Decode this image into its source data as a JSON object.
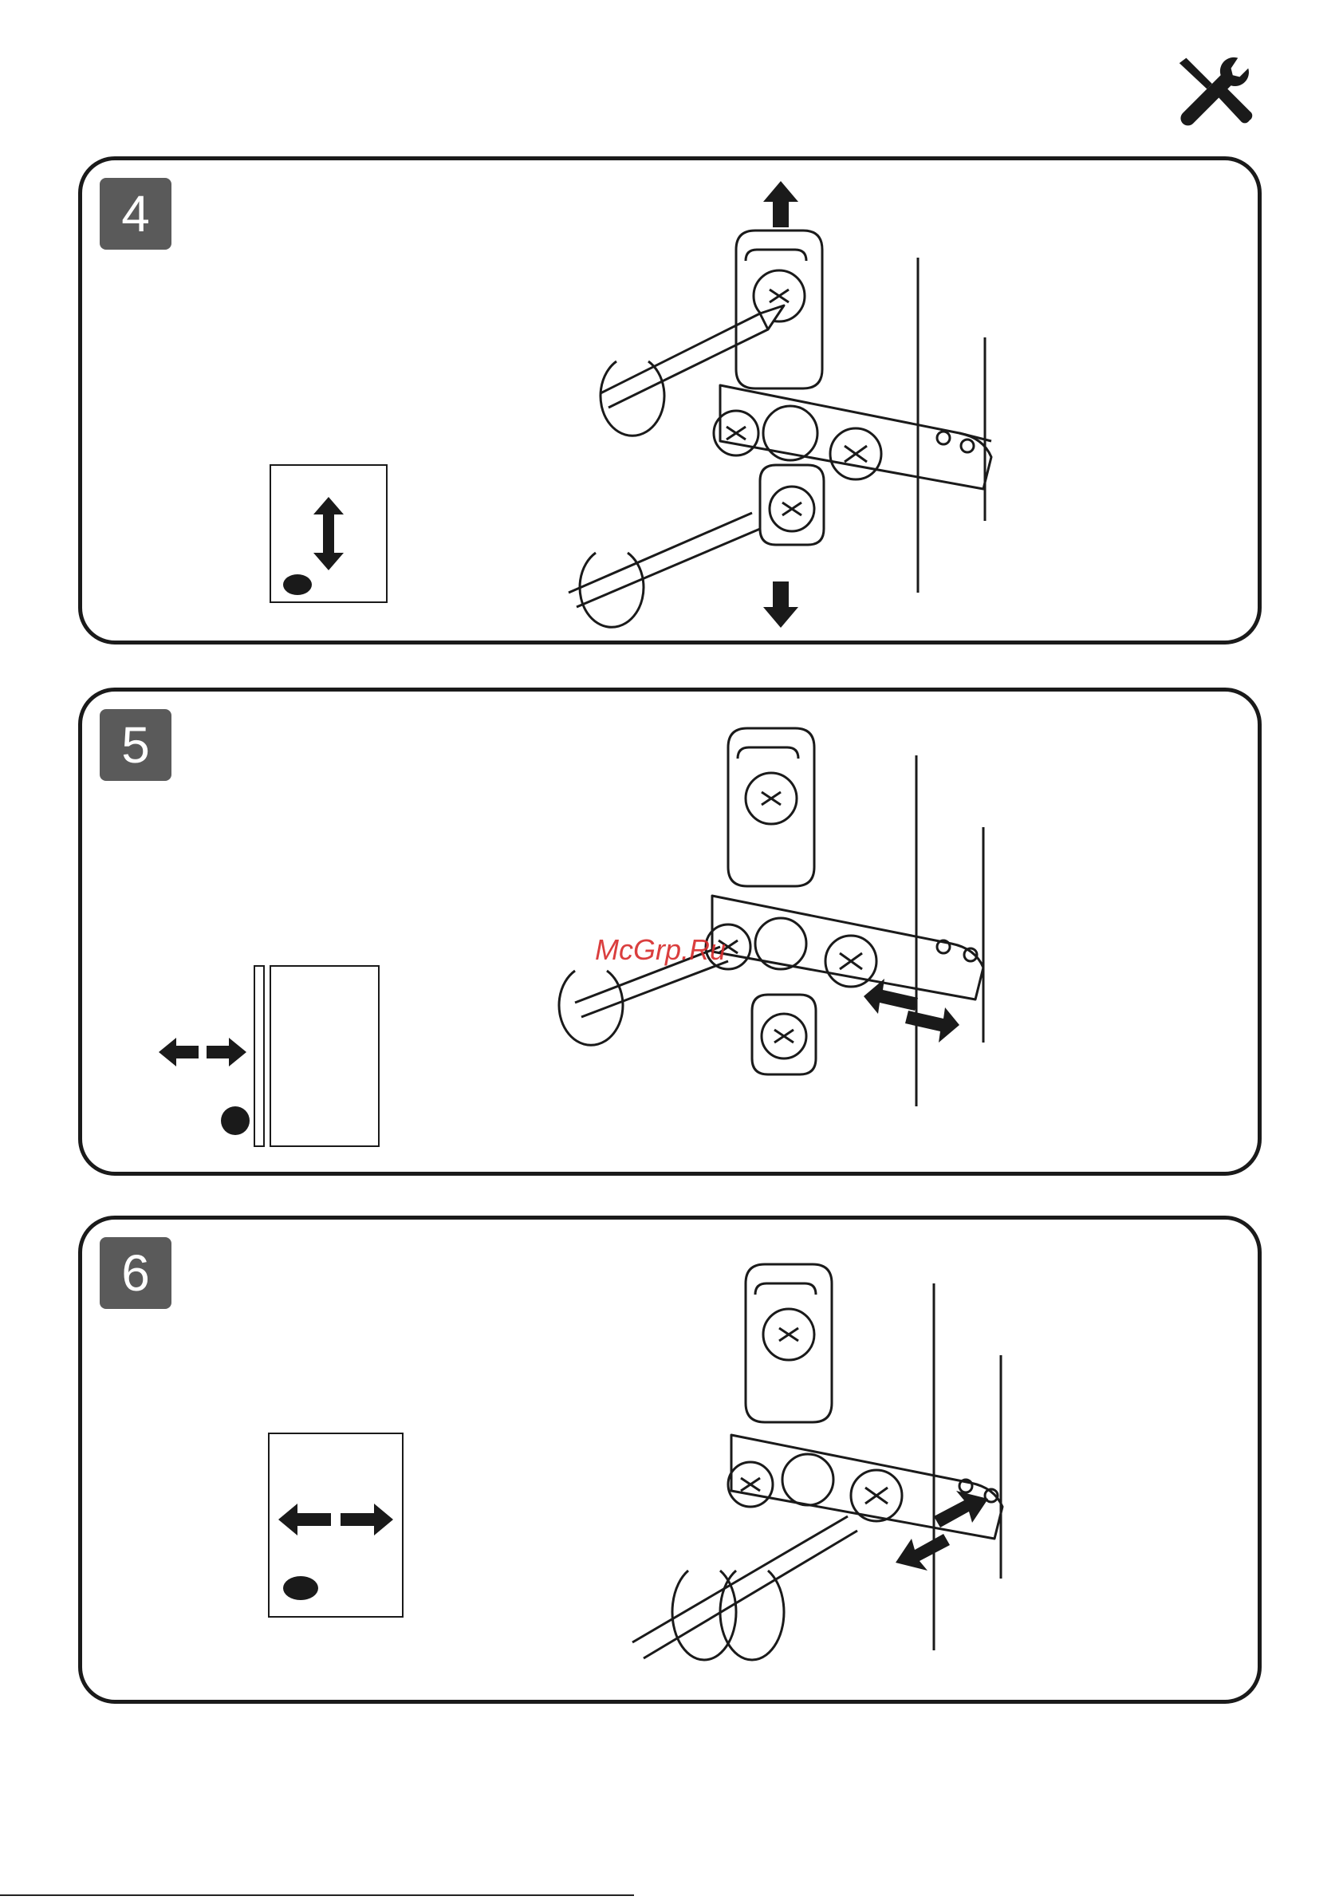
{
  "header": {
    "icon": "tools-icon"
  },
  "steps": [
    {
      "number": "4",
      "adjustment": "vertical"
    },
    {
      "number": "5",
      "adjustment": "depth"
    },
    {
      "number": "6",
      "adjustment": "horizontal"
    }
  ],
  "watermark": {
    "text": "McGrp.Ru"
  },
  "colors": {
    "badge": "#5a5a5a",
    "stroke": "#1a1a1a",
    "watermark": "#d62a2a"
  }
}
